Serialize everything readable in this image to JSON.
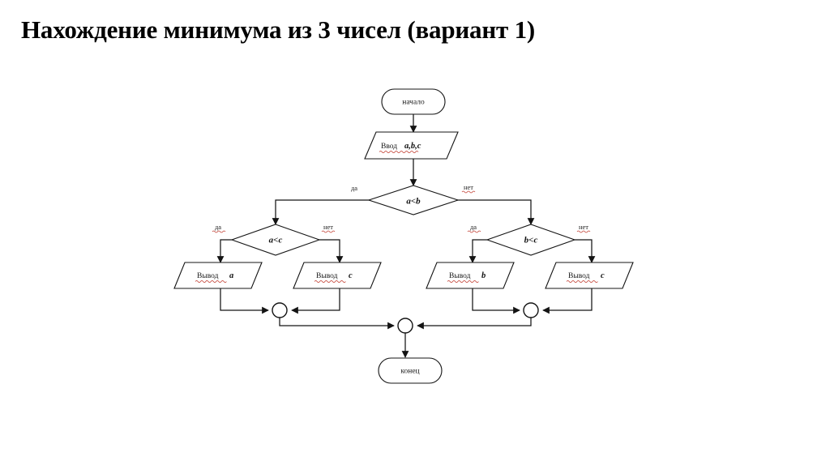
{
  "page": {
    "title": "Нахождение минимума из 3 чисел (вариант 1)",
    "background_color": "#ffffff",
    "line_color": "#141414",
    "text_color": "#1a1a1a",
    "spellcheck_underline_color": "#c0392b"
  },
  "flowchart": {
    "type": "flowchart",
    "nodes": {
      "start": {
        "label": "начало",
        "shape": "terminator"
      },
      "input": {
        "word": "Ввод",
        "vars": "a,b,c",
        "shape": "parallelogram"
      },
      "cond_ab": {
        "label": "a<b",
        "shape": "decision"
      },
      "cond_ac": {
        "label": "a<c",
        "shape": "decision"
      },
      "cond_bc": {
        "label": "b<c",
        "shape": "decision"
      },
      "out_a": {
        "word": "Вывод",
        "vars": "a",
        "shape": "parallelogram"
      },
      "out_c_left": {
        "word": "Вывод",
        "vars": "c",
        "shape": "parallelogram"
      },
      "out_b": {
        "word": "Вывод",
        "vars": "b",
        "shape": "parallelogram"
      },
      "out_c_right": {
        "word": "Вывод",
        "vars": "c",
        "shape": "parallelogram"
      },
      "merge_left": {
        "label": "",
        "shape": "connector"
      },
      "merge_right": {
        "label": "",
        "shape": "connector"
      },
      "merge_bottom": {
        "label": "",
        "shape": "connector"
      },
      "end": {
        "label": "конец",
        "shape": "terminator"
      }
    },
    "branch_labels": {
      "ab_yes": "да",
      "ab_no": "нет",
      "ac_yes": "да",
      "ac_no": "нет",
      "bc_yes": "да",
      "bc_no": "нет"
    }
  }
}
